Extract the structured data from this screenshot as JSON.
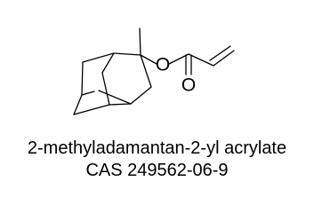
{
  "compound": {
    "name": "2-methyladamantan-2-yl acrylate",
    "cas_line": "CAS 249562-06-9"
  },
  "structure": {
    "atom_labels": {
      "ester_oxygen": "O",
      "carbonyl_oxygen": "O"
    }
  }
}
